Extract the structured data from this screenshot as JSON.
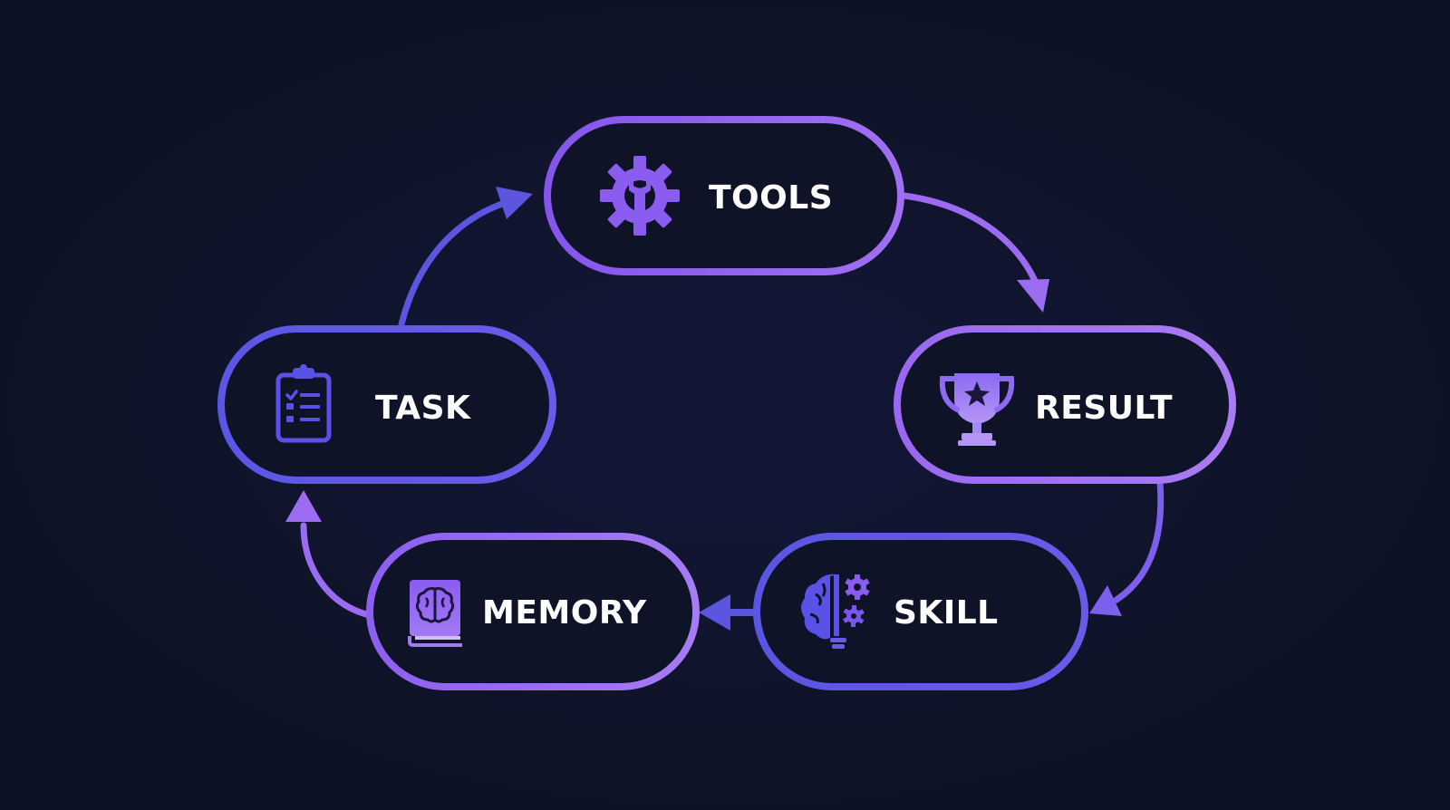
{
  "colors": {
    "background": "#0f1328",
    "text": "#ffffff",
    "violet": "#9b6cf0",
    "indigo": "#5b55e0",
    "icon_violet": "#8a5cf0",
    "icon_indigo": "#5a52e6"
  },
  "nodes": [
    {
      "id": "tools",
      "label": "TOOLS",
      "icon": "gear-wrench-icon"
    },
    {
      "id": "result",
      "label": "RESULT",
      "icon": "trophy-icon"
    },
    {
      "id": "skill",
      "label": "SKILL",
      "icon": "brain-bulb-gears-icon"
    },
    {
      "id": "memory",
      "label": "MEMORY",
      "icon": "brain-book-icon"
    },
    {
      "id": "task",
      "label": "TASK",
      "icon": "clipboard-checklist-icon"
    }
  ],
  "edges": [
    {
      "from": "task",
      "to": "tools"
    },
    {
      "from": "tools",
      "to": "result"
    },
    {
      "from": "result",
      "to": "skill"
    },
    {
      "from": "skill",
      "to": "memory"
    },
    {
      "from": "memory",
      "to": "task"
    }
  ]
}
